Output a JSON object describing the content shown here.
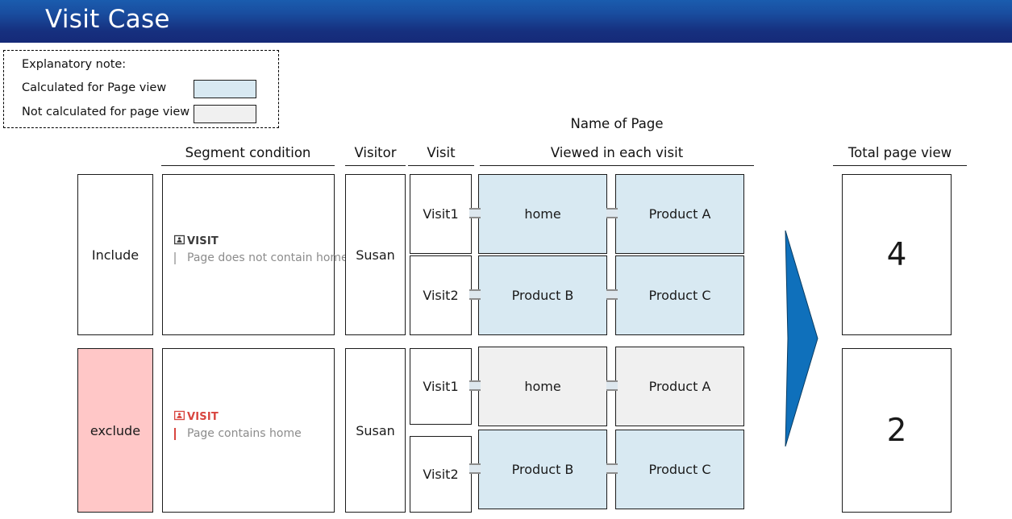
{
  "title": "Visit Case",
  "legend": {
    "title": "Explanatory note:",
    "calculated_label": "Calculated for Page view",
    "not_calculated_label": "Not calculated for page view",
    "calculated_color": "#d8e9f2",
    "not_calculated_color": "#f0f0f0"
  },
  "headers": {
    "name_of_page": "Name of Page",
    "segment_condition": "Segment condition",
    "visitor": "Visitor",
    "visit": "Visit",
    "viewed_in_each_visit": "Viewed in each visit",
    "total_page_view": "Total page view"
  },
  "colors": {
    "title_bar_top": "#1a5cae",
    "title_bar_bottom": "#152a78",
    "arrow": "#0f70bb",
    "exclude_background": "#ffc7c7",
    "visit_badge_red": "#d8453f",
    "visit_badge_dark": "#3a3a3a"
  },
  "rows": [
    {
      "mode": "Include",
      "mode_background": "#ffffff",
      "segment": {
        "badge": "VISIT",
        "badge_color": "dark",
        "description": "Page does not contain home"
      },
      "visitor": "Susan",
      "visits": [
        {
          "label": "Visit1",
          "pages": [
            {
              "name": "home",
              "calculated": true
            },
            {
              "name": "Product A",
              "calculated": true
            }
          ]
        },
        {
          "label": "Visit2",
          "pages": [
            {
              "name": "Product B",
              "calculated": true
            },
            {
              "name": "Product C",
              "calculated": true
            }
          ]
        }
      ],
      "total_page_view": "4"
    },
    {
      "mode": "exclude",
      "mode_background": "#ffc7c7",
      "segment": {
        "badge": "VISIT",
        "badge_color": "red",
        "description": "Page contains home"
      },
      "visitor": "Susan",
      "visits": [
        {
          "label": "Visit1",
          "pages": [
            {
              "name": "home",
              "calculated": false
            },
            {
              "name": "Product A",
              "calculated": false
            }
          ]
        },
        {
          "label": "Visit2",
          "pages": [
            {
              "name": "Product B",
              "calculated": true
            },
            {
              "name": "Product C",
              "calculated": true
            }
          ]
        }
      ],
      "total_page_view": "2"
    }
  ]
}
